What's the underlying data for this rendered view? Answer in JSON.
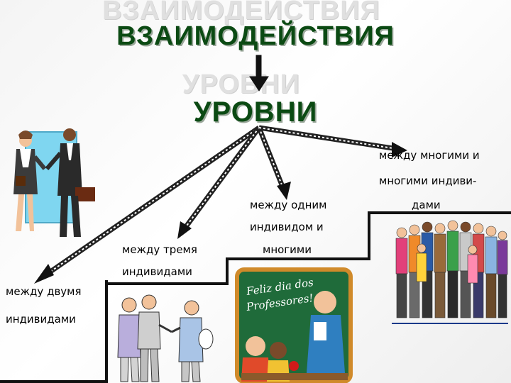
{
  "title": {
    "main": "ВЗАИМОДЕЙСТВИЯ",
    "sub": "УРОВНИ"
  },
  "levels": [
    {
      "line1": "между двумя",
      "line2": "индивидами"
    },
    {
      "line1": "между тремя",
      "line2": "индивидами"
    },
    {
      "line1": "между одним",
      "line2": "индивидом и",
      "line3": "многими"
    },
    {
      "line1": "между многими и",
      "line2": "многими индиви-",
      "line3": "дами"
    }
  ],
  "board_text": {
    "line1": "Feliz dia dos",
    "line2": "Professores!"
  },
  "colors": {
    "title_green": "#0b4a13",
    "arrow": "#1a1a1a",
    "board": "#1f6b3a",
    "glass": "#7fd6f0"
  }
}
